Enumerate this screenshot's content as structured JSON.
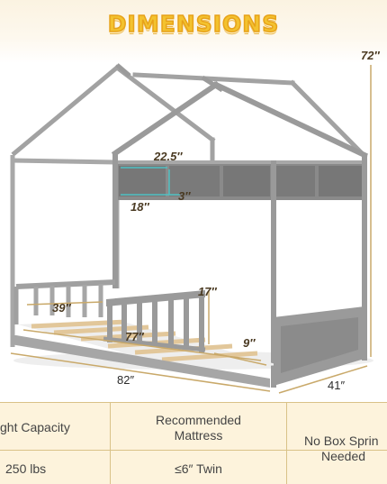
{
  "title": "DIMENSIONS",
  "dimensions": {
    "total_height": "72″",
    "shelf_width": "22.5″",
    "shelf_depth": "3″",
    "shelf_height": "18″",
    "rail_height": "17″",
    "inner_length": "39″",
    "mattress_length": "77″",
    "rail_gap": "9″",
    "overall_length": "82″",
    "overall_width": "41″"
  },
  "specs": {
    "weight_capacity_label": "ght Capacity",
    "weight_capacity_value": "250 lbs",
    "mattress_label_line1": "Recommended",
    "mattress_label_line2": "Mattress",
    "mattress_value": "≤6″ Twin",
    "box_spring_line1": "No Box Sprin",
    "box_spring_line2": "Needed"
  },
  "colors": {
    "frame": "#9a9a9a",
    "title": "#f3c22f",
    "dimension_line": "#c9a96a",
    "table_bg": "#fdf3dc"
  }
}
